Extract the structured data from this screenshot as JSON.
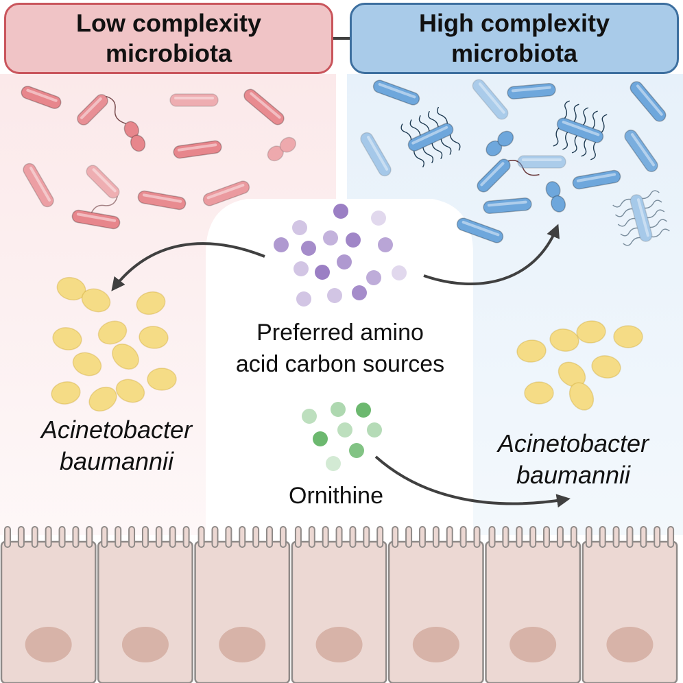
{
  "header_left": {
    "line1": "Low complexity",
    "line2": "microbiota",
    "fill": "#f0c4c6",
    "stroke": "#c9555c"
  },
  "header_right": {
    "line1": "High complexity",
    "line2": "microbiota",
    "fill": "#a9cbe9",
    "stroke": "#3d6f9f"
  },
  "nutrients": {
    "line1": "Preferred amino",
    "line2": "acid carbon sources",
    "color": "#9b7fc4"
  },
  "ornithine": {
    "label": "Ornithine",
    "color": "#6cb86f"
  },
  "pathogen_left": {
    "line1": "Acinetobacter",
    "line2": "baumannii"
  },
  "pathogen_right": {
    "line1": "Acinetobacter",
    "line2": "baumannii"
  },
  "colors": {
    "low_bg": "#fbe9ea",
    "high_bg": "#e7f1fa",
    "low_bacteria": "#e7868c",
    "high_bacteria": "#6ea7dc",
    "pathogen": "#f5dc86",
    "epithelium": "#ecd8d3",
    "nucleus": "#d7b3a8",
    "arrow": "#404040"
  },
  "icons": [
    "rod-bacterium-icon",
    "flagellated-bacterium-icon",
    "coccus-bacterium-icon",
    "epithelial-cell-icon",
    "nucleus-icon",
    "arrow-icon"
  ]
}
